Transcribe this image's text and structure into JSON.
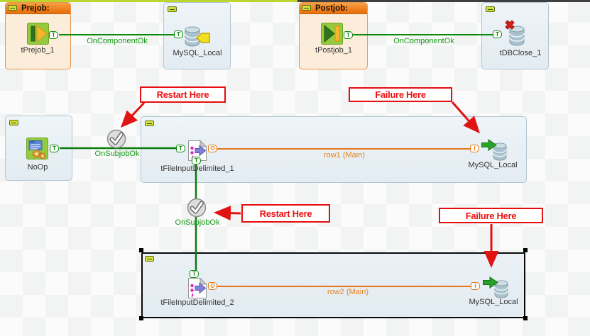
{
  "colors": {
    "trigger_green": "#0c8a0c",
    "row_orange": "#e5791a",
    "annotation_red": "#e60e0e",
    "subjob_blue_bg": "#e8eff4",
    "subjob_orange_bg": "#fcecda",
    "prejob_header_orange": "#ea7310",
    "topbar_green": "#bdd62f",
    "topbar_dark": "#3f3f3f"
  },
  "subjobs": {
    "prejob": {
      "header": "Prejob:"
    },
    "postjob": {
      "header": "Postjob:"
    }
  },
  "components": {
    "tprejob": {
      "label": "tPrejob_1"
    },
    "mysql_conn": {
      "label": "MySQL_Local"
    },
    "tpostjob": {
      "label": "tPostjob_1"
    },
    "tdbclose": {
      "label": "tDBClose_1"
    },
    "noop": {
      "label": "NoOp"
    },
    "tfile1": {
      "label": "tFileInputDelimited_1"
    },
    "mysql_out1": {
      "label": "MySQL_Local"
    },
    "tfile2": {
      "label": "tFileInputDelimited_2"
    },
    "mysql_out2": {
      "label": "MySQL_Local"
    }
  },
  "connections": {
    "prejob_conn": {
      "label": "OnComponentOk"
    },
    "postjob_conn": {
      "label": "OnComponentOk"
    },
    "noop_conn": {
      "label": "OnSubjobOk"
    },
    "subjob_conn": {
      "label": "OnSubjobOk"
    },
    "row1": {
      "label": "row1 (Main)"
    },
    "row2": {
      "label": "row2 (Main)"
    }
  },
  "connectors": {
    "trigger": "T",
    "output": "O",
    "input": "I"
  },
  "annotations": {
    "restart_top": {
      "label": "Restart Here"
    },
    "failure_top": {
      "label": "Failure Here"
    },
    "restart_bottom": {
      "label": "Restart Here"
    },
    "failure_bottom": {
      "label": "Failure Here"
    }
  }
}
